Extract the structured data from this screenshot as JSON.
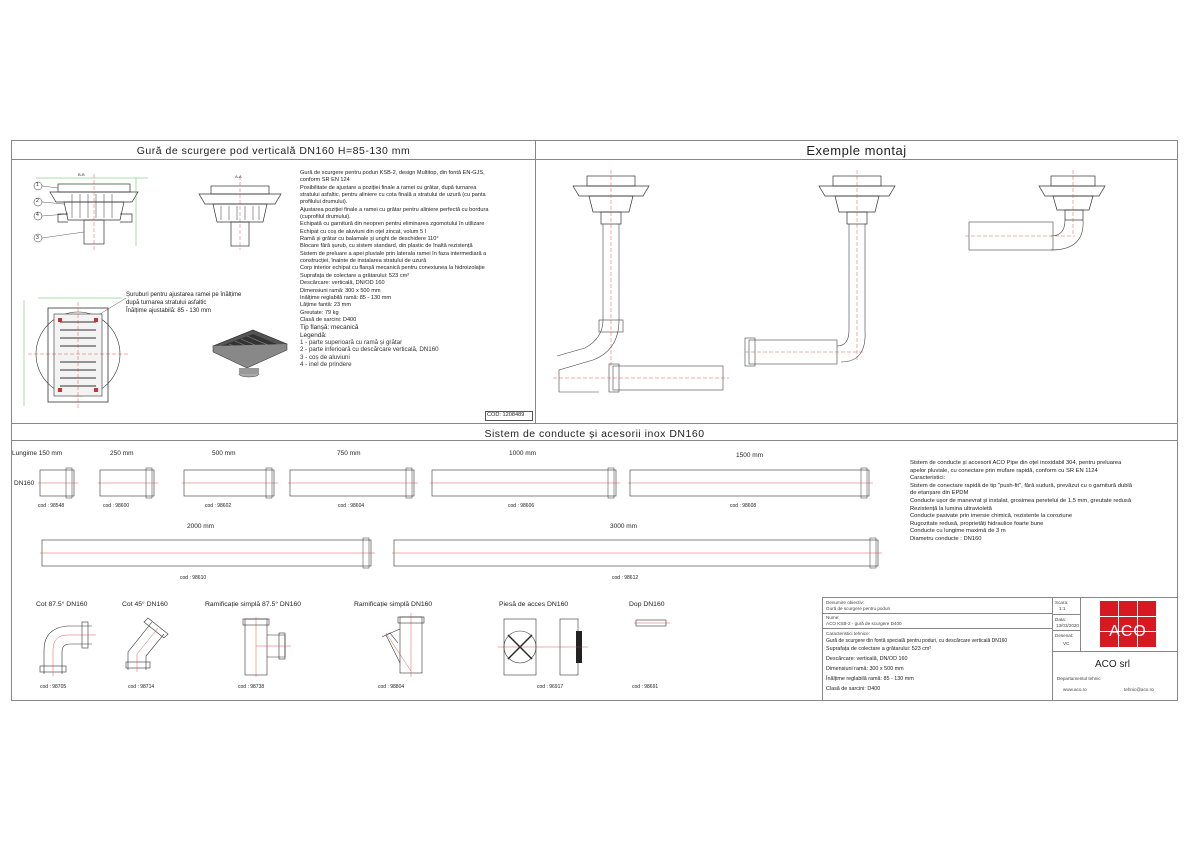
{
  "sections": {
    "drain_title": "Gură de scurgere pod verticală DN160 H=85-130 mm",
    "examples_title": "Exemple montaj",
    "pipes_title": "Sistem de conducte și acesorii inox DN160"
  },
  "drain": {
    "section_marks": {
      "b": "B-B",
      "a": "A-A"
    },
    "callouts": [
      "1",
      "2",
      "3",
      "4"
    ],
    "annotation": [
      "Șuruburi pentru ajustarea ramei pe înălțime",
      "după turnarea stratului asfaltic",
      "Înălțime ajustabilă: 85 - 130 mm"
    ],
    "cod": "COD: 1208489",
    "description": [
      "Gură de scurgere pentru poduri KSB-2, design Multitop, din fontă EN-GJS,",
      "conform SR EN 124",
      "Posibilitate de ajustare a poziției finale a ramei cu grătar, după turnarea",
      "stratului asfaltic, pentru aliniere cu cota finală a stratului de uzură (cu panta",
      "profilului drumului).",
      "Ajustarea poziției finale a ramei cu grătar pentru aliniere perfectă cu bordura",
      "(cuprofilul drumului).",
      "Echipată cu garnitură din neopren pentru eliminarea zgomotului în utilizare",
      "Echipat cu coș de aluviuni din oțel zincat, volum 5 l",
      "Ramă și grătar cu balamale și unghi de deschidere 110°",
      "Blocare fără șurub, cu sistem standard, din plastic de înaltă rezistență",
      "Sistem de preluare a apei pluviale prin laterala ramei în faza intermediară a",
      "construcției, înainte de instalarea stratului de uzură",
      "Corp interior echipat cu flanșă mecanică pentru conexiunea la hidroizolație",
      "Suprafața de colectare a grătarului: 523 cm²",
      "Descărcare: verticală, DN/OD 160",
      "Dimensiuni ramă: 300 x 500 mm",
      "Înălțime reglabilă ramă: 85 - 130 mm",
      "Lățime fantă: 23 mm",
      "Greutate: 79 kg",
      "Clasă de sarcini: D400",
      "Tip flanșă: mecanică"
    ],
    "legend_title": "Legendă:",
    "legend": [
      "1 - parte superioară cu ramă și grătar",
      "2 - parte inferioară cu descărcare verticală, DN160",
      "3 - coș de aluviuni",
      "4 - inel de prindere"
    ]
  },
  "pipes": {
    "row_label": "Lungime 150 mm",
    "dn": "DN160",
    "row1": [
      {
        "len": "250 mm",
        "cod": "cod : 98600"
      },
      {
        "len": "500 mm",
        "cod": "cod : 98602"
      },
      {
        "len": "750 mm",
        "cod": "cod : 98604"
      },
      {
        "len": "1000 mm",
        "cod": "cod : 98606"
      },
      {
        "len": "1500 mm",
        "cod": "cod : 98608"
      }
    ],
    "first_cod": "cod : 98548",
    "row2": [
      {
        "len": "2000 mm",
        "cod": "cod : 98610"
      },
      {
        "len": "3000 mm",
        "cod": "cod : 98612"
      }
    ],
    "fittings": [
      {
        "label": "Cot 87.5° DN160",
        "cod": "cod : 98705"
      },
      {
        "label": "Cot 45° DN160",
        "cod": "cod : 98714"
      },
      {
        "label": "Ramificație simplă 87.5° DN160",
        "cod": "cod : 98738"
      },
      {
        "label": "Ramificație simplă DN160",
        "cod": "cod : 98804"
      },
      {
        "label": "Piesă de acces DN160",
        "cod": "cod : 96917"
      },
      {
        "label": "Dop DN160",
        "cod": "cod : 98691"
      }
    ],
    "system_desc": [
      "Sistem de conducte și accesorii ACO Pipe din oțel inoxidabil 304, pentru preluarea",
      "apelor pluviale, cu conectare prin mufare rapidă, conform cu SR EN 1124",
      "Caracteristici:",
      "Sistem de conectare rapidă de tip \"push-fit\", fără sudură, prevăzut cu o garnitură dublă",
      "de etanșare din EPDM",
      "Conducte ușor de manevrat și instalat, grosimea peretelui de 1,5 mm, greutate redusă",
      "Rezistență la lumina ultravioletă",
      "Conducte pasivate prin imersie chimică, rezistente la coroziune",
      "Rugozitate redusă, proprietăți hidraulice foarte bune",
      "Conducte cu lungime maximă de 3 m",
      "Diametru conducte : DN160"
    ]
  },
  "title_block": {
    "lbl_object": "Denumire obiectiv:",
    "val_object": "Gură de scurgere pentru poduri",
    "lbl_name": "Nume:",
    "val_name": "ACO KSB-2 - gură de scurgere D400",
    "lbl_tech": "Caracteristici tehnice:",
    "tech": [
      "Gură de scurgere din fontă specială pentru poduri, cu descărcare verticală DN160",
      "Suprafața de colectare a grătarului: 523 cm²",
      "Descărcare: verticală, DN/OD 160",
      "Dimensiuni ramă: 300 x 500 mm",
      "Înălțime reglabilă ramă: 85 - 130 mm",
      "Clasă de sarcini: D400"
    ],
    "lbl_scale": "Scara:",
    "val_scale": "1:1",
    "lbl_date": "Data:",
    "val_date": "13/03/2020",
    "lbl_drawn": "Desenat:",
    "val_drawn": "VC",
    "logo": "ACO",
    "company": "ACO srl",
    "dept": "Departamentul tehnic",
    "web": "www.aco.ro",
    "email": "tehnic@aco.ro"
  }
}
